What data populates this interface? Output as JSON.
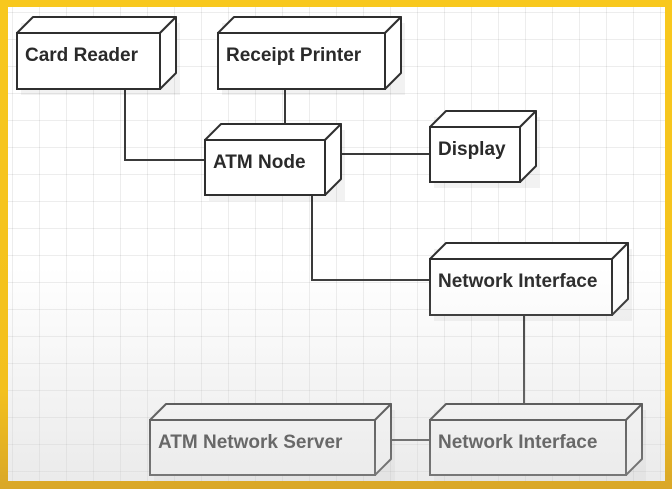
{
  "diagram": {
    "type": "UML deployment diagram",
    "colors": {
      "frame": "#f5c21e",
      "node_fill": "#ffffff",
      "node_stroke": "#2f2f2f",
      "connector": "#3a3a3a",
      "grid": "#e6e6e6"
    },
    "nodes": [
      {
        "id": "card-reader",
        "label": "Card Reader"
      },
      {
        "id": "receipt-printer",
        "label": "Receipt Printer"
      },
      {
        "id": "atm-node",
        "label": "ATM Node"
      },
      {
        "id": "display",
        "label": "Display"
      },
      {
        "id": "network-interface-1",
        "label": "Network Interface"
      },
      {
        "id": "atm-network-server",
        "label": "ATM Network Server"
      },
      {
        "id": "network-interface-2",
        "label": "Network Interface"
      }
    ],
    "connections": [
      {
        "from": "card-reader",
        "to": "atm-node"
      },
      {
        "from": "receipt-printer",
        "to": "atm-node"
      },
      {
        "from": "atm-node",
        "to": "display"
      },
      {
        "from": "atm-node",
        "to": "network-interface-1"
      },
      {
        "from": "network-interface-1",
        "to": "network-interface-2"
      },
      {
        "from": "atm-network-server",
        "to": "network-interface-2"
      }
    ]
  }
}
